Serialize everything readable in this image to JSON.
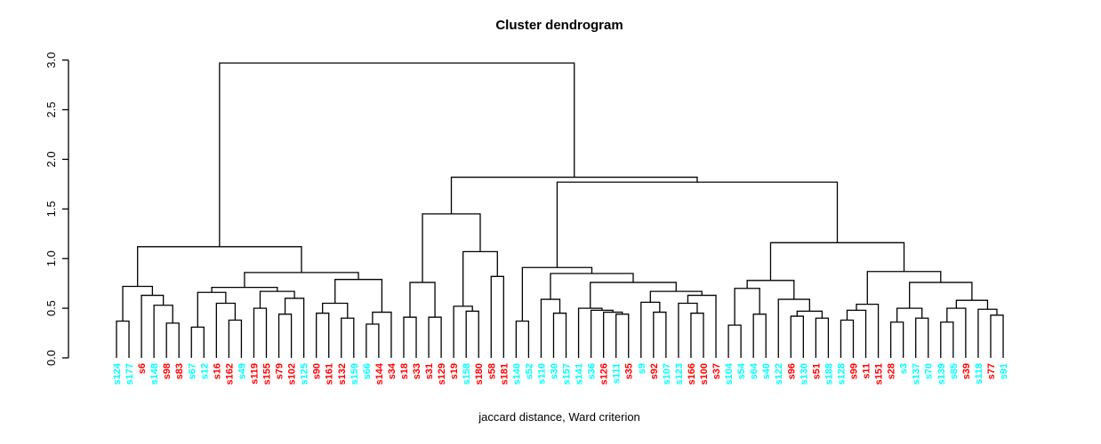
{
  "chart_data": {
    "type": "dendrogram",
    "title": "Cluster dendrogram",
    "xlabel": "jaccard distance, Ward criterion",
    "ylabel": "",
    "ylim": [
      0,
      3
    ],
    "yticks": [
      "0.0",
      "0.5",
      "1.0",
      "1.5",
      "2.0",
      "2.5",
      "3.0"
    ],
    "grid": false,
    "palette": {
      "red": "#FF0000",
      "cyan": "#00FFFF",
      "line": "#000000"
    },
    "leaves": [
      {
        "label": "s124",
        "color": "cyan"
      },
      {
        "label": "s177",
        "color": "cyan"
      },
      {
        "label": "s6",
        "color": "red"
      },
      {
        "label": "s148",
        "color": "cyan"
      },
      {
        "label": "s98",
        "color": "red"
      },
      {
        "label": "s83",
        "color": "red"
      },
      {
        "label": "s67",
        "color": "cyan"
      },
      {
        "label": "s12",
        "color": "cyan"
      },
      {
        "label": "s16",
        "color": "red"
      },
      {
        "label": "s162",
        "color": "red"
      },
      {
        "label": "s49",
        "color": "cyan"
      },
      {
        "label": "s119",
        "color": "red"
      },
      {
        "label": "s155",
        "color": "red"
      },
      {
        "label": "s79",
        "color": "red"
      },
      {
        "label": "s102",
        "color": "red"
      },
      {
        "label": "s125",
        "color": "cyan"
      },
      {
        "label": "s90",
        "color": "red"
      },
      {
        "label": "s161",
        "color": "red"
      },
      {
        "label": "s132",
        "color": "red"
      },
      {
        "label": "s159",
        "color": "cyan"
      },
      {
        "label": "s66",
        "color": "cyan"
      },
      {
        "label": "s144",
        "color": "red"
      },
      {
        "label": "s34",
        "color": "red"
      },
      {
        "label": "s18",
        "color": "red"
      },
      {
        "label": "s33",
        "color": "red"
      },
      {
        "label": "s31",
        "color": "red"
      },
      {
        "label": "s129",
        "color": "red"
      },
      {
        "label": "s19",
        "color": "red"
      },
      {
        "label": "s158",
        "color": "cyan"
      },
      {
        "label": "s180",
        "color": "red"
      },
      {
        "label": "s58",
        "color": "red"
      },
      {
        "label": "s181",
        "color": "red"
      },
      {
        "label": "s140",
        "color": "cyan"
      },
      {
        "label": "s52",
        "color": "cyan"
      },
      {
        "label": "s110",
        "color": "cyan"
      },
      {
        "label": "s30",
        "color": "cyan"
      },
      {
        "label": "s157",
        "color": "cyan"
      },
      {
        "label": "s141",
        "color": "cyan"
      },
      {
        "label": "s36",
        "color": "cyan"
      },
      {
        "label": "s126",
        "color": "red"
      },
      {
        "label": "s111",
        "color": "cyan"
      },
      {
        "label": "s35",
        "color": "red"
      },
      {
        "label": "s9",
        "color": "cyan"
      },
      {
        "label": "s92",
        "color": "red"
      },
      {
        "label": "s107",
        "color": "cyan"
      },
      {
        "label": "s123",
        "color": "cyan"
      },
      {
        "label": "s166",
        "color": "red"
      },
      {
        "label": "s100",
        "color": "red"
      },
      {
        "label": "s37",
        "color": "red"
      },
      {
        "label": "s104",
        "color": "cyan"
      },
      {
        "label": "s54",
        "color": "cyan"
      },
      {
        "label": "s64",
        "color": "cyan"
      },
      {
        "label": "s40",
        "color": "cyan"
      },
      {
        "label": "s122",
        "color": "cyan"
      },
      {
        "label": "s96",
        "color": "red"
      },
      {
        "label": "s130",
        "color": "cyan"
      },
      {
        "label": "s51",
        "color": "red"
      },
      {
        "label": "s188",
        "color": "cyan"
      },
      {
        "label": "s128",
        "color": "cyan"
      },
      {
        "label": "s99",
        "color": "red"
      },
      {
        "label": "s11",
        "color": "red"
      },
      {
        "label": "s151",
        "color": "red"
      },
      {
        "label": "s28",
        "color": "red"
      },
      {
        "label": "s3",
        "color": "cyan"
      },
      {
        "label": "s137",
        "color": "cyan"
      },
      {
        "label": "s70",
        "color": "cyan"
      },
      {
        "label": "s139",
        "color": "cyan"
      },
      {
        "label": "s85",
        "color": "cyan"
      },
      {
        "label": "s39",
        "color": "red"
      },
      {
        "label": "s118",
        "color": "cyan"
      },
      {
        "label": "s77",
        "color": "red"
      },
      {
        "label": "s91",
        "color": "cyan"
      }
    ],
    "tree": {
      "h": 2.97,
      "c": [
        {
          "h": 1.12,
          "c": [
            {
              "h": 0.72,
              "c": [
                {
                  "h": 0.37,
                  "c": [
                    "s124",
                    "s177"
                  ]
                },
                {
                  "h": 0.63,
                  "c": [
                    "s6",
                    {
                      "h": 0.53,
                      "c": [
                        "s148",
                        {
                          "h": 0.35,
                          "c": [
                            "s98",
                            "s83"
                          ]
                        }
                      ]
                    }
                  ]
                }
              ]
            },
            {
              "h": 0.86,
              "c": [
                {
                  "h": 0.71,
                  "c": [
                    {
                      "h": 0.66,
                      "c": [
                        {
                          "h": 0.31,
                          "c": [
                            "s67",
                            "s12"
                          ]
                        },
                        {
                          "h": 0.55,
                          "c": [
                            "s16",
                            {
                              "h": 0.38,
                              "c": [
                                "s162",
                                "s49"
                              ]
                            }
                          ]
                        }
                      ]
                    },
                    {
                      "h": 0.67,
                      "c": [
                        {
                          "h": 0.5,
                          "c": [
                            "s119",
                            "s155"
                          ]
                        },
                        {
                          "h": 0.6,
                          "c": [
                            {
                              "h": 0.44,
                              "c": [
                                "s79",
                                "s102"
                              ]
                            },
                            "s125"
                          ]
                        }
                      ]
                    }
                  ]
                },
                {
                  "h": 0.79,
                  "c": [
                    {
                      "h": 0.55,
                      "c": [
                        {
                          "h": 0.45,
                          "c": [
                            "s90",
                            "s161"
                          ]
                        },
                        {
                          "h": 0.4,
                          "c": [
                            "s132",
                            "s159"
                          ]
                        }
                      ]
                    },
                    {
                      "h": 0.46,
                      "c": [
                        {
                          "h": 0.34,
                          "c": [
                            "s66",
                            "s144"
                          ]
                        },
                        "s34"
                      ]
                    }
                  ]
                }
              ]
            }
          ]
        },
        {
          "h": 1.82,
          "c": [
            {
              "h": 1.45,
              "c": [
                {
                  "h": 0.76,
                  "c": [
                    {
                      "h": 0.41,
                      "c": [
                        "s18",
                        "s33"
                      ]
                    },
                    {
                      "h": 0.41,
                      "c": [
                        "s31",
                        "s129"
                      ]
                    }
                  ]
                },
                {
                  "h": 1.07,
                  "c": [
                    {
                      "h": 0.52,
                      "c": [
                        "s19",
                        {
                          "h": 0.47,
                          "c": [
                            "s158",
                            "s180"
                          ]
                        }
                      ]
                    },
                    {
                      "h": 0.82,
                      "c": [
                        "s58",
                        "s181"
                      ]
                    }
                  ]
                }
              ]
            },
            {
              "h": 1.77,
              "c": [
                {
                  "h": 0.91,
                  "c": [
                    {
                      "h": 0.37,
                      "c": [
                        "s140",
                        "s52"
                      ]
                    },
                    {
                      "h": 0.85,
                      "c": [
                        {
                          "h": 0.59,
                          "c": [
                            "s110",
                            {
                              "h": 0.45,
                              "c": [
                                "s30",
                                "s157"
                              ]
                            }
                          ]
                        },
                        {
                          "h": 0.76,
                          "c": [
                            {
                              "h": 0.5,
                              "c": [
                                "s141",
                                {
                                  "h": 0.48,
                                  "c": [
                                    "s36",
                                    {
                                      "h": 0.46,
                                      "c": [
                                        "s126",
                                        {
                                          "h": 0.44,
                                          "c": [
                                            "s111",
                                            "s35"
                                          ]
                                        }
                                      ]
                                    }
                                  ]
                                }
                              ]
                            },
                            {
                              "h": 0.67,
                              "c": [
                                {
                                  "h": 0.56,
                                  "c": [
                                    "s9",
                                    {
                                      "h": 0.46,
                                      "c": [
                                        "s92",
                                        "s107"
                                      ]
                                    }
                                  ]
                                },
                                {
                                  "h": 0.63,
                                  "c": [
                                    {
                                      "h": 0.55,
                                      "c": [
                                        "s123",
                                        {
                                          "h": 0.45,
                                          "c": [
                                            "s166",
                                            "s100"
                                          ]
                                        }
                                      ]
                                    },
                                    "s37"
                                  ]
                                }
                              ]
                            }
                          ]
                        }
                      ]
                    }
                  ]
                },
                {
                  "h": 1.16,
                  "c": [
                    {
                      "h": 0.78,
                      "c": [
                        {
                          "h": 0.7,
                          "c": [
                            {
                              "h": 0.33,
                              "c": [
                                "s104",
                                "s54"
                              ]
                            },
                            {
                              "h": 0.44,
                              "c": [
                                "s64",
                                "s40"
                              ]
                            }
                          ]
                        },
                        {
                          "h": 0.59,
                          "c": [
                            "s122",
                            {
                              "h": 0.47,
                              "c": [
                                {
                                  "h": 0.42,
                                  "c": [
                                    "s96",
                                    "s130"
                                  ]
                                },
                                {
                                  "h": 0.4,
                                  "c": [
                                    "s51",
                                    "s188"
                                  ]
                                }
                              ]
                            }
                          ]
                        }
                      ]
                    },
                    {
                      "h": 0.87,
                      "c": [
                        {
                          "h": 0.54,
                          "c": [
                            {
                              "h": 0.48,
                              "c": [
                                {
                                  "h": 0.38,
                                  "c": [
                                    "s128",
                                    "s99"
                                  ]
                                },
                                "s11"
                              ]
                            },
                            "s151"
                          ]
                        },
                        {
                          "h": 0.76,
                          "c": [
                            {
                              "h": 0.5,
                              "c": [
                                {
                                  "h": 0.36,
                                  "c": [
                                    "s28",
                                    "s3"
                                  ]
                                },
                                {
                                  "h": 0.4,
                                  "c": [
                                    "s137",
                                    "s70"
                                  ]
                                }
                              ]
                            },
                            {
                              "h": 0.58,
                              "c": [
                                {
                                  "h": 0.5,
                                  "c": [
                                    {
                                      "h": 0.36,
                                      "c": [
                                        "s139",
                                        "s85"
                                      ]
                                    },
                                    "s39"
                                  ]
                                },
                                {
                                  "h": 0.49,
                                  "c": [
                                    "s118",
                                    {
                                      "h": 0.43,
                                      "c": [
                                        "s77",
                                        "s91"
                                      ]
                                    }
                                  ]
                                }
                              ]
                            }
                          ]
                        }
                      ]
                    }
                  ]
                }
              ]
            }
          ]
        }
      ]
    }
  }
}
